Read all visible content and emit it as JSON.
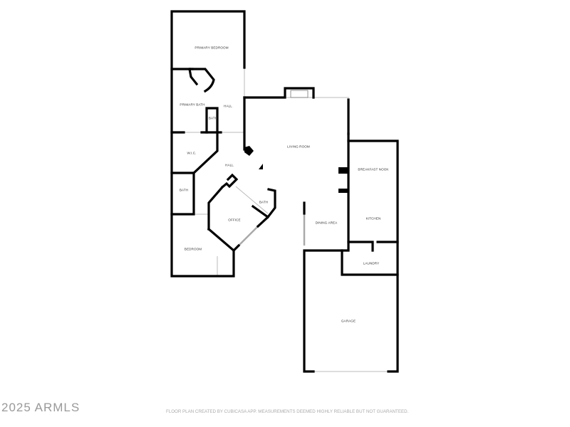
{
  "rooms": {
    "primary_bedroom": "PRIMARY BEDROOM",
    "primary_bath": "PRIMARY BATH",
    "hall_upper": "HALL",
    "bath_small": "BATH",
    "living_room": "LIVING ROOM",
    "breakfast_nook": "BREAKFAST NOOK",
    "wic": "W.I.C.",
    "hall_lower": "HALL",
    "bath_left": "BATH",
    "bath_office": "BATH",
    "office": "OFFICE",
    "dining_area": "DINING AREA",
    "kitchen": "KITCHEN",
    "bedroom": "BEDROOM",
    "laundry": "LAUNDRY",
    "garage": "GARAGE"
  },
  "watermark": "2025 ARMLS",
  "credit": "FLOOR PLAN CREATED BY CUBICASA APP. MEASUREMENTS DEEMED HIGHLY RELIABLE BUT NOT GUARANTEED."
}
